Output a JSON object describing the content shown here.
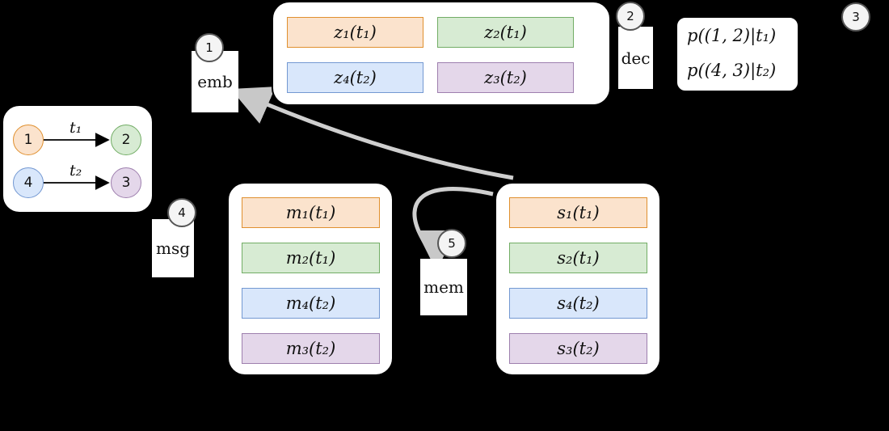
{
  "graph": {
    "nodes": [
      {
        "label": "1",
        "color": "#f5a623"
      },
      {
        "label": "2",
        "color": "#72ad65"
      },
      {
        "label": "4",
        "color": "#7398d2"
      },
      {
        "label": "3",
        "color": "#9e7fae"
      }
    ],
    "edges": [
      {
        "from": "1",
        "to": "2",
        "label": "t₁"
      },
      {
        "from": "4",
        "to": "3",
        "label": "t₂"
      }
    ]
  },
  "steps": [
    "1",
    "2",
    "3",
    "4",
    "5"
  ],
  "operations": {
    "emb": "emb",
    "dec": "dec",
    "msg": "msg",
    "mem": "mem"
  },
  "embeddings": {
    "cells": [
      {
        "text": "z₁(t₁)",
        "color": "orange"
      },
      {
        "text": "z₂(t₁)",
        "color": "green"
      },
      {
        "text": "z₄(t₂)",
        "color": "blue"
      },
      {
        "text": "z₃(t₂)",
        "color": "purple"
      }
    ]
  },
  "predictions": [
    "p((1, 2)|t₁)",
    "p((4, 3)|t₂)"
  ],
  "messages": {
    "cells": [
      {
        "text": "m₁(t₁)",
        "color": "orange"
      },
      {
        "text": "m₂(t₁)",
        "color": "green"
      },
      {
        "text": "m₄(t₂)",
        "color": "blue"
      },
      {
        "text": "m₃(t₂)",
        "color": "purple"
      }
    ]
  },
  "memory": {
    "cells": [
      {
        "text": "s₁(t₁)",
        "color": "orange"
      },
      {
        "text": "s₂(t₁)",
        "color": "green"
      },
      {
        "text": "s₄(t₂)",
        "color": "blue"
      },
      {
        "text": "s₃(t₂)",
        "color": "purple"
      }
    ]
  }
}
